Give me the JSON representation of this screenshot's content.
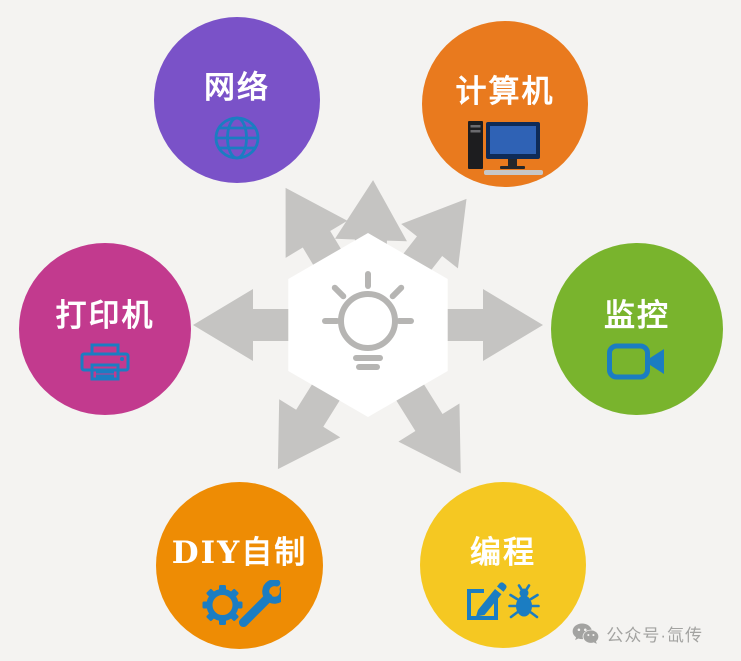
{
  "nodes": [
    {
      "id": "network",
      "label": "网络",
      "color": "#7a52c8",
      "icon": "globe-icon"
    },
    {
      "id": "computer",
      "label": "计算机",
      "color": "#e97a1e",
      "icon": "desktop-computer-icon"
    },
    {
      "id": "printer",
      "label": "打印机",
      "color": "#c23a8e",
      "icon": "printer-icon"
    },
    {
      "id": "monitor",
      "label": "监控",
      "color": "#79b42d",
      "icon": "video-camera-icon"
    },
    {
      "id": "diy",
      "label": "DIY自制",
      "color": "#ee8c04",
      "icon": "gear-wrench-icon"
    },
    {
      "id": "programming",
      "label": "编程",
      "color": "#f5c822",
      "icon": "edit-bug-icon"
    }
  ],
  "center": {
    "icon": "lightbulb-icon",
    "shape": "hexagon"
  },
  "watermark": {
    "text": "公众号·氙传",
    "icon": "wechat-icon"
  },
  "colors": {
    "background": "#f4f3f1",
    "arrow_gray": "#c5c4c2",
    "hexagon": "#ffffff",
    "bulb_gray": "#b6b5b3",
    "icon_blue": "#1b7dc2",
    "watermark_gray": "#a3a3a1"
  }
}
